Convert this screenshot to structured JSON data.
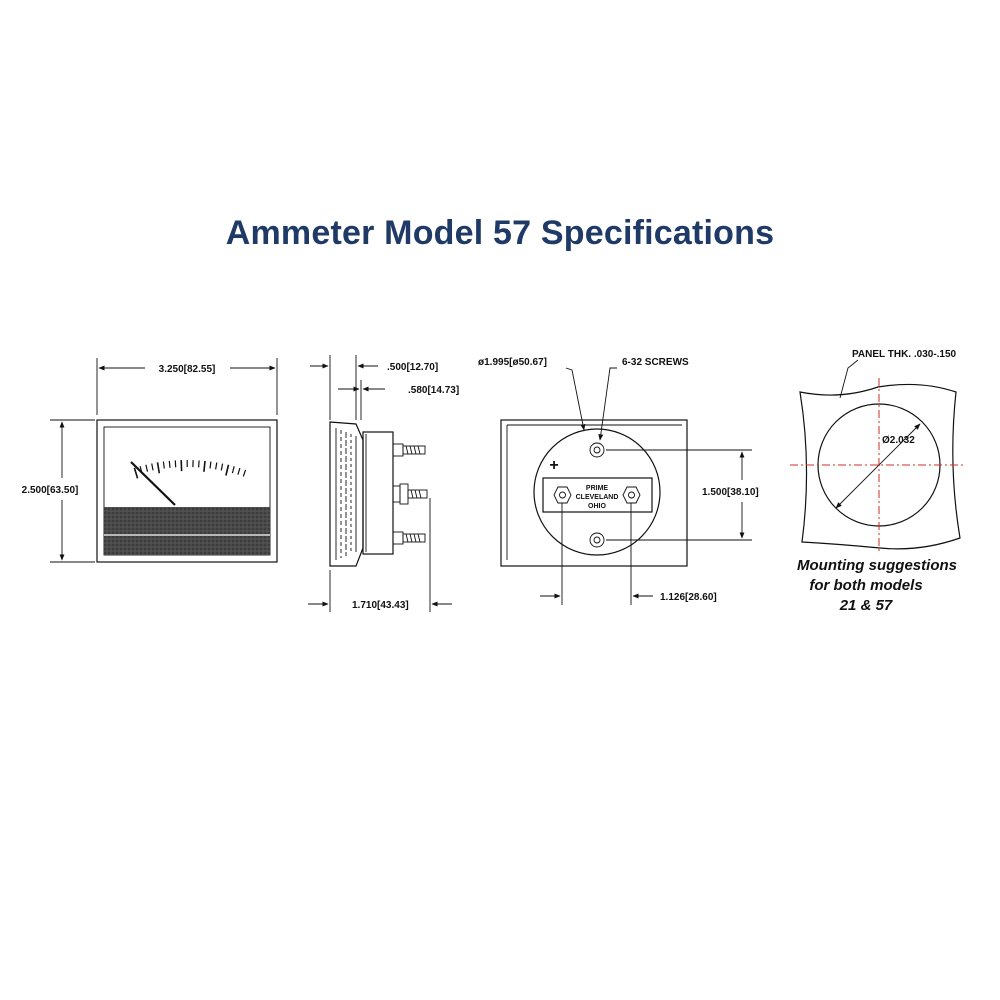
{
  "title": "Ammeter Model 57 Specifications",
  "front_view": {
    "width_dim": "3.250[82.55]",
    "height_dim": "2.500[63.50]",
    "scale_ticks": 20
  },
  "side_view": {
    "dim_a": ".500[12.70]",
    "dim_b": ".580[14.73]",
    "dim_depth": "1.710[43.43]"
  },
  "rear_view": {
    "diameter_dim": "ø1.995[ø50.67]",
    "screws_label": "6-32 SCREWS",
    "plus_sign": "+",
    "plate_line1": "PRIME",
    "plate_line2": "CLEVELAND",
    "plate_line3": "OHIO",
    "vertical_dim": "1.500[38.10]",
    "horizontal_dim": "1.126[28.60]"
  },
  "mounting": {
    "panel_label": "PANEL THK. .030-.150",
    "hole_dim": "Ø2.032",
    "note_line1": "Mounting suggestions",
    "note_line2": "for both models",
    "note_line3": "21 & 57"
  },
  "colors": {
    "title": "#1f3a66",
    "line": "#111111",
    "centerline": "#d62828"
  }
}
